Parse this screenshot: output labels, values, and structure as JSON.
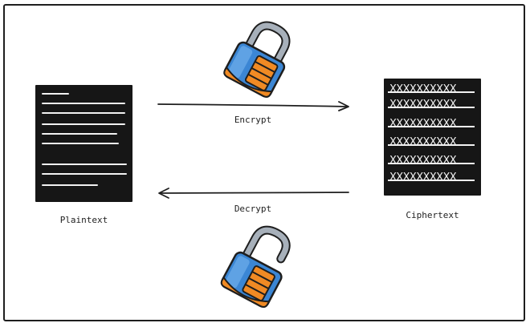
{
  "diagram": {
    "encrypt_label": "Encrypt",
    "decrypt_label": "Decrypt",
    "plaintext_label": "Plaintext",
    "ciphertext_label": "Ciphertext",
    "cipher_rows": [
      "XXXXXXXXXX",
      "XXXXXXXXXX",
      "XXXXXXXXXX",
      "XXXXXXXXXX",
      "XXXXXXXXXX",
      "XXXXXXXXXX"
    ]
  },
  "colors": {
    "lock_body": "#3b86d4",
    "lock_dial": "#f08a24",
    "lock_shackle": "#9aa3ad",
    "ink": "#1e1e1e"
  },
  "icons": [
    "closed-padlock-icon",
    "open-padlock-icon",
    "right-arrow-icon",
    "left-arrow-icon"
  ]
}
